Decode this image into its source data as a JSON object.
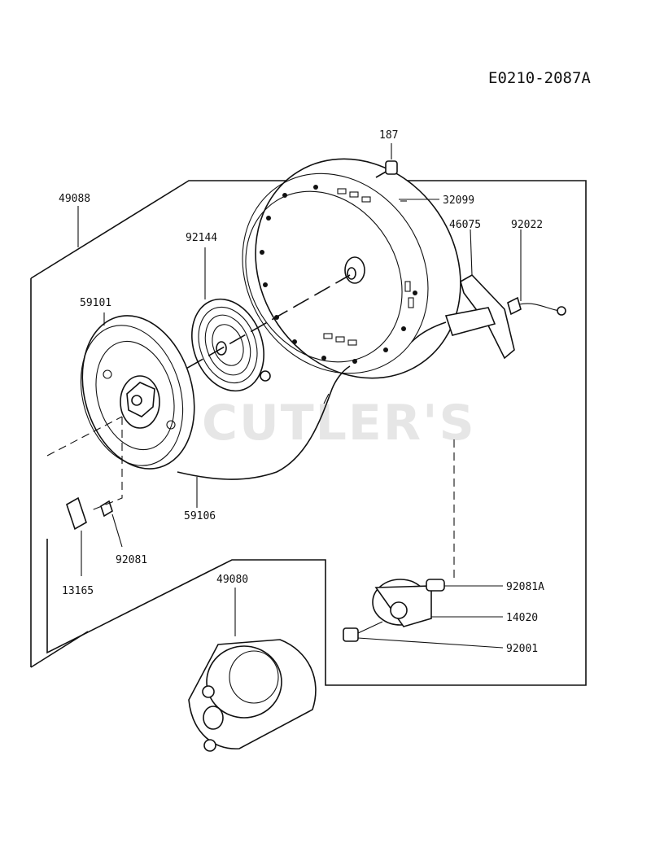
{
  "diagram_code": "E0210-2087A",
  "watermark": "CUTLER'S",
  "part_labels": {
    "p187": "187",
    "p32099": "32099",
    "p49088": "49088",
    "p92144": "92144",
    "p46075": "46075",
    "p92022": "92022",
    "p59101": "59101",
    "p59106": "59106",
    "p92081": "92081",
    "p13165": "13165",
    "p49080": "49080",
    "p92081A": "92081A",
    "p14020": "14020",
    "p92001": "92001"
  }
}
